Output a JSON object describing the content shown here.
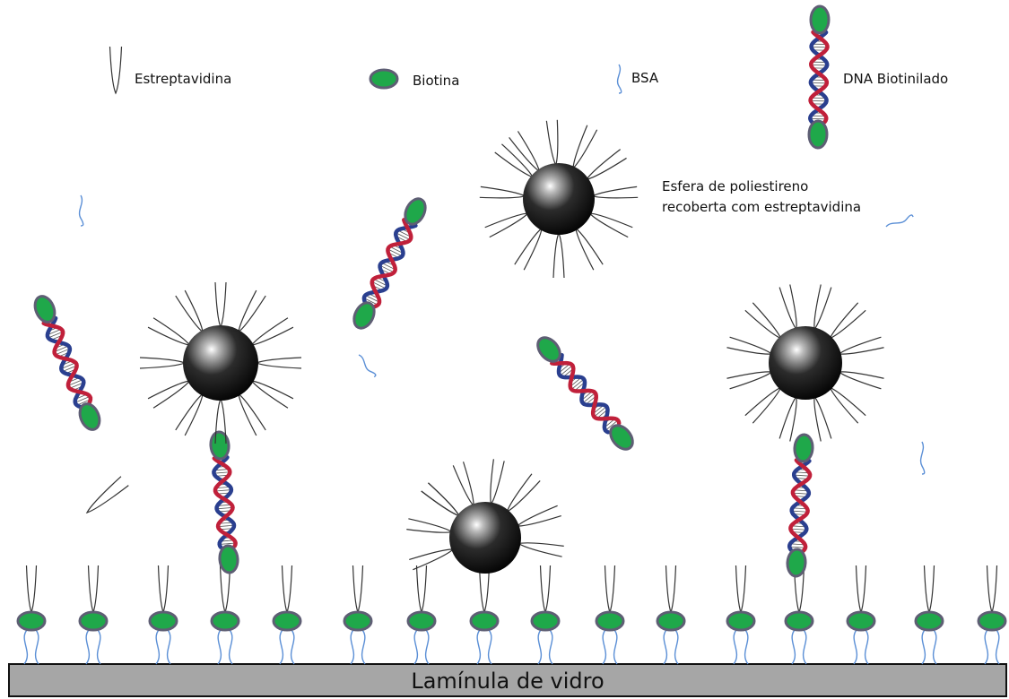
{
  "legend": {
    "estreptavidina": "Estreptavidina",
    "biotina": "Biotina",
    "bsa": "BSA",
    "dna": "DNA Biotinilado"
  },
  "bead_label_line1": "Esfera de poliestireno",
  "bead_label_line2": "recoberta com estreptavidina",
  "slide_label": "Lamínula de vidro",
  "colors": {
    "biotin_fill": "#1fa84a",
    "biotin_stroke": "#5e5e74",
    "dna_red": "#c0203a",
    "dna_blue": "#2a3f8f",
    "bsa": "#5b8fd6",
    "streptavidin": "#333333",
    "slide_fill": "#a6a6a6",
    "bead_dark": "#0a0a0a"
  },
  "icons": [
    "streptavidin-icon",
    "biotin-icon",
    "bsa-icon",
    "biotinylated-dna-icon",
    "polystyrene-bead-icon"
  ]
}
